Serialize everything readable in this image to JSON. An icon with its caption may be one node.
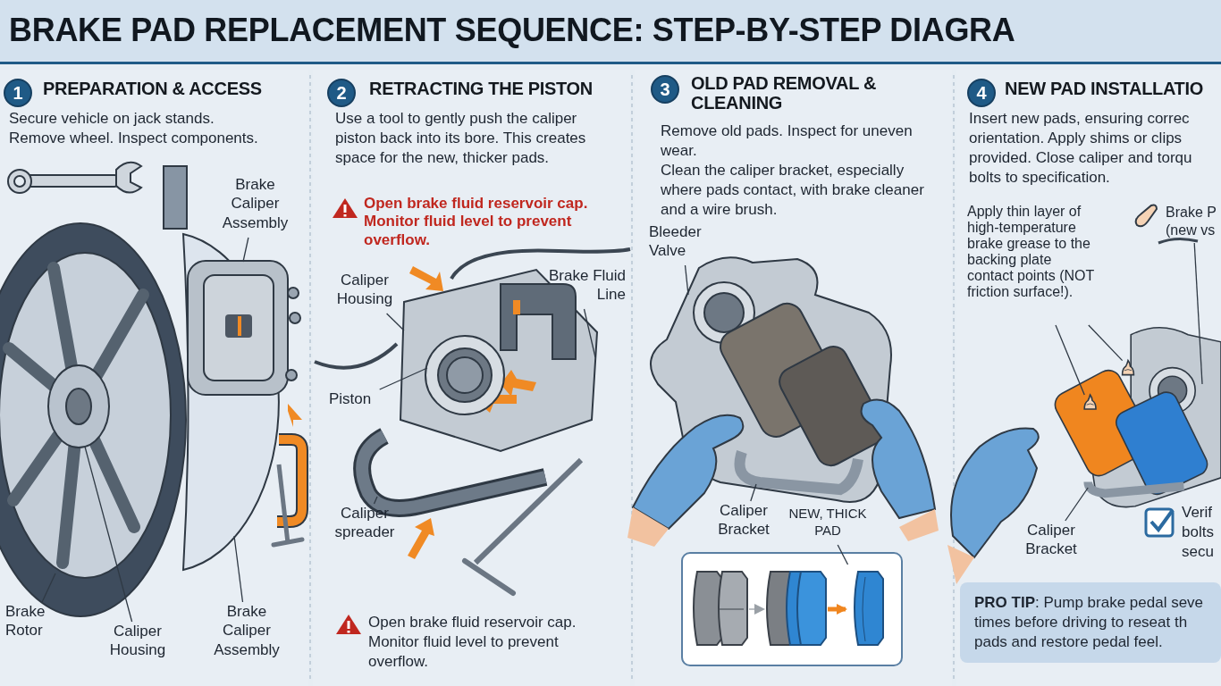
{
  "diagram": {
    "title": "BRAKE PAD REPLACEMENT SEQUENCE: STEP-BY-STEP DIAGRA",
    "nodes": [
      {
        "text": [
          "PREPARATION & ACCESS",
          "Secure vehicle on jack stands. Remove wheel. Inspect components."
        ]
      },
      {
        "text": [
          "1"
        ],
        "in": 0
      },
      {
        "text": [
          "RETRACTING THE PISTON",
          "Use a tool to gently push the caliper piston back into its bore. This creates space for the new, thicker pads."
        ]
      },
      {
        "text": [
          "2"
        ],
        "in": 2
      },
      {
        "text": [
          "OLD PAD REMOVAL & CLEANING",
          "Remove old pads. Inspect for uneven wear.",
          "Clean the caliper bracket, especially where pads contact, with brake cleaner and a wire brush."
        ]
      },
      {
        "text": [
          "3"
        ],
        "in": 4
      },
      {
        "text": [
          "NEW PAD INSTALLATIO",
          "Insert new pads, ensuring correc orientation. Apply shims or clips provided. Close caliper and torqu bolts to specification."
        ]
      },
      {
        "text": [
          "4"
        ],
        "in": 6
      },
      {
        "text": [
          "Brake Caliper Assembly"
        ],
        "in": 0
      },
      {
        "text": [
          "Brake Rotor"
        ],
        "in": 0
      },
      {
        "text": [
          "Caliper Housing"
        ],
        "in": 0
      },
      {
        "text": [
          "Brake Caliper Assembly"
        ],
        "in": 0
      },
      {
        "text": [
          "Caliper Housing"
        ],
        "in": 2
      },
      {
        "text": [
          "Brake Fluid Line"
        ],
        "in": 2
      },
      {
        "text": [
          "Piston"
        ],
        "in": 2
      },
      {
        "text": [
          "Caliper spreader"
        ],
        "in": 2
      },
      {
        "text": [
          "Bleeder Valve"
        ],
        "in": 4
      },
      {
        "text": [
          "Caliper Bracket"
        ],
        "in": 4
      },
      {
        "text": [
          "NEW, THICK PAD"
        ],
        "in": 4
      },
      {
        "text": [],
        "shape": "box",
        "in": 4
      },
      {
        "text": [],
        "shape": "picture",
        "in": 19
      },
      {
        "text": [],
        "shape": "picture",
        "in": 19
      },
      {
        "text": [],
        "shape": "picture",
        "in": 19
      },
      {
        "text": [
          "Apply thin layer of high-temperature brake grease to the backing plate contact points (NOT friction surface!)."
        ],
        "in": 6
      },
      {
        "text": [
          "Brake P (new vs"
        ],
        "in": 6
      },
      {
        "text": [
          "Caliper Bracket"
        ],
        "in": 6
      },
      {
        "text": [
          "**PRO TIP**: Pump brake pedal seve times before driving to reseat th pads and restore pedal feel."
        ],
        "in": 6
      },
      {
        "text": [],
        "shape": "picture",
        "in": 30
      },
      {
        "text": [],
        "shape": "picture",
        "in": 0
      },
      {
        "text": [],
        "shape": "picture",
        "in": 28
      },
      {
        "text": [],
        "shape": "picture",
        "in": 0
      },
      {
        "text": [],
        "shape": "picture",
        "in": 2
      },
      {
        "text": [],
        "shape": "picture",
        "in": 31
      },
      {
        "text": [],
        "shape": "picture",
        "in": 2
      },
      {
        "text": [],
        "shape": "picture",
        "in": 4
      },
      {
        "text": [],
        "shape": "picture",
        "in": 34
      },
      {
        "text": [],
        "shape": "picture",
        "in": 38
      },
      {
        "text": [],
        "shape": "picture",
        "in": 38
      },
      {
        "text": [],
        "shape": "picture",
        "in": 6
      },
      {
        "text": [],
        "shape": "picture",
        "in": 38
      }
    ],
    "edges": [
      {
        "from": 8,
        "to": 27,
        "arrow": "none"
      },
      {
        "from": 9,
        "to": 28,
        "arrow": "none"
      },
      {
        "from": 10,
        "to": 29,
        "arrow": "none"
      },
      {
        "from": 11,
        "to": 30,
        "arrow": "none"
      },
      {
        "from": 12,
        "to": 31,
        "arrow": "none"
      },
      {
        "from": 13,
        "to": 31,
        "arrow": "none"
      },
      {
        "from": 14,
        "to": 32,
        "arrow": "none"
      },
      {
        "from": 15,
        "to": 33,
        "arrow": "none"
      },
      {
        "from": 16,
        "to": 34,
        "arrow": "none"
      },
      {
        "from": 17,
        "to": 35,
        "arrow": "none"
      },
      {
        "from": 18,
        "to": 22,
        "arrow": "none"
      },
      {
        "from": 20,
        "to": 21,
        "arrow": "to",
        "color": "#9aa0a6"
      },
      {
        "from": 21,
        "to": 22,
        "arrow": "to",
        "style": "thick",
        "color": "#f0861f"
      },
      {
        "from": 23,
        "to": 36,
        "arrow": "none"
      },
      {
        "from": 23,
        "to": 37,
        "arrow": "none"
      },
      {
        "from": 24,
        "to": 38,
        "arrow": "none"
      },
      {
        "from": 25,
        "to": 39,
        "arrow": "none"
      }
    ],
    "labels": [
      "Open brake fluid reservoir cap. Monitor fluid level to prevent overflow.",
      "Open brake fluid reservoir cap. Monitor fluid level to prevent overflow.",
      "Verif bolts secu"
    ]
  }
}
